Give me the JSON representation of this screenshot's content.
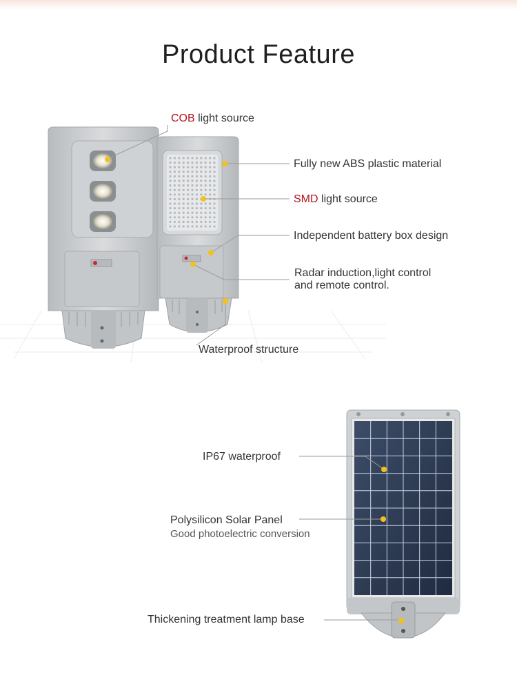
{
  "page": {
    "title": "Product Feature"
  },
  "section_lamp": {
    "cob": {
      "accent": "COB",
      "rest": " light source"
    },
    "abs": "Fully new ABS plastic material",
    "smd": {
      "accent": "SMD",
      "rest": " light source"
    },
    "battery": "Independent battery box design",
    "radar_line1": "Radar induction,light control",
    "radar_line2": "and remote control.",
    "waterproof_structure": "Waterproof structure"
  },
  "section_panel": {
    "ip67": "IP67 waterproof",
    "solar_title": "Polysilicon Solar Panel",
    "solar_sub": "Good photoelectric conversion",
    "lamp_base": "Thickening treatment lamp base"
  },
  "colors": {
    "accent": "#b3121a",
    "marker": "#f2c21b",
    "housing": "#c9cccf",
    "panel": "#2b3a52",
    "line": "#999999"
  }
}
